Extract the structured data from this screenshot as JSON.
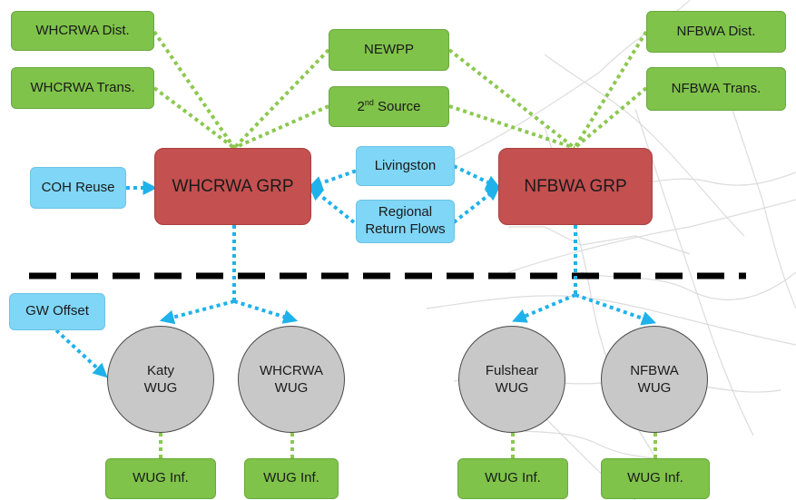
{
  "nodes": {
    "whcrwa_dist": "WHCRWA Dist.",
    "whcrwa_trans": "WHCRWA Trans.",
    "newpp": "NEWPP",
    "second_source": {
      "base": "2",
      "sup": "nd",
      "rest": " Source"
    },
    "nfbwa_dist": "NFBWA Dist.",
    "nfbwa_trans": "NFBWA Trans.",
    "coh_reuse": "COH Reuse",
    "whcrwa_grp": "WHCRWA GRP",
    "livingston": "Livingston",
    "regional_return": {
      "line1": "Regional",
      "line2": "Return Flows"
    },
    "nfbwa_grp": "NFBWA GRP",
    "gw_offset": "GW Offset",
    "katy_wug": {
      "line1": "Katy",
      "line2": "WUG"
    },
    "whcrwa_wug": {
      "line1": "WHCRWA",
      "line2": "WUG"
    },
    "fulshear_wug": {
      "line1": "Fulshear",
      "line2": "WUG"
    },
    "nfbwa_wug": {
      "line1": "NFBWA",
      "line2": "WUG"
    },
    "wug_inf": "WUG Inf."
  },
  "colors": {
    "green": "#7fc34a",
    "blue": "#7fd6f6",
    "red": "#c45050",
    "grey": "#c8c8c8",
    "green_line": "#8cc850",
    "blue_line": "#1fb2ea",
    "divider": "#000000"
  }
}
